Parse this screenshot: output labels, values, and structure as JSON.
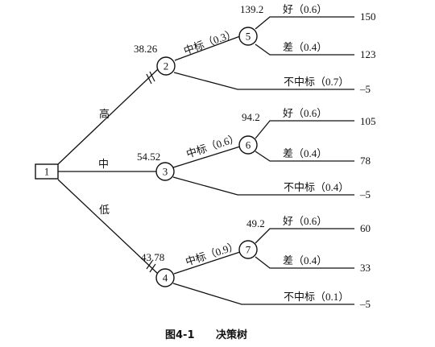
{
  "caption": {
    "figure": "图4-1",
    "title": "决策树"
  },
  "nodes": {
    "n1": "1",
    "n2": "2",
    "n3": "3",
    "n4": "4",
    "n5": "5",
    "n6": "6",
    "n7": "7"
  },
  "expected_values": {
    "n2": "38.26",
    "n3": "54.52",
    "n4": "43.78",
    "n5": "139.2",
    "n6": "94.2",
    "n7": "49.2"
  },
  "decision_branches": {
    "high": "高",
    "mid": "中",
    "low": "低"
  },
  "bid_branches": {
    "n2_win": "中标（0.3）",
    "n2_lose": "不中标（0.7）",
    "n3_win": "中标（0.6）",
    "n3_lose": "不中标（0.4）",
    "n4_win": "中标（0.9）",
    "n4_lose": "不中标（0.1）"
  },
  "outcome_branches": {
    "n5_good": "好（0.6）",
    "n5_bad": "差（0.4）",
    "n6_good": "好（0.6）",
    "n6_bad": "差（0.4）",
    "n7_good": "好（0.6）",
    "n7_bad": "差（0.4）"
  },
  "payoffs": {
    "n5_good": "150",
    "n5_bad": "123",
    "n2_lose": "–5",
    "n6_good": "105",
    "n6_bad": "78",
    "n3_lose": "–5",
    "n7_good": "60",
    "n7_bad": "33",
    "n4_lose": "–5"
  }
}
